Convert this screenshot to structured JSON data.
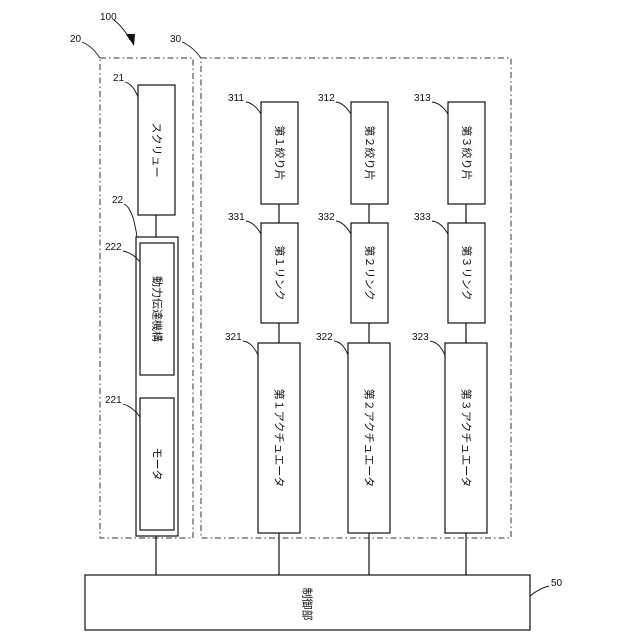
{
  "refs": {
    "system": "100",
    "group_left": "20",
    "group_right": "30",
    "screw": "21",
    "transmission_outer": "22",
    "transmission": "222",
    "motor": "221",
    "blade1": "311",
    "blade2": "312",
    "blade3": "313",
    "link1": "331",
    "link2": "332",
    "link3": "333",
    "act1": "321",
    "act2": "322",
    "act3": "323",
    "controller": "50"
  },
  "labels": {
    "screw": "スクリュー",
    "transmission": "動力伝達機構",
    "motor": "モータ",
    "blade1": "第１絞り片",
    "blade2": "第２絞り片",
    "blade3": "第３絞り片",
    "link1": "第１リンク",
    "link2": "第２リンク",
    "link3": "第３リンク",
    "act1": "第１アクチュエータ",
    "act2": "第２アクチュエータ",
    "act3": "第３アクチュエータ",
    "controller": "制御部"
  }
}
